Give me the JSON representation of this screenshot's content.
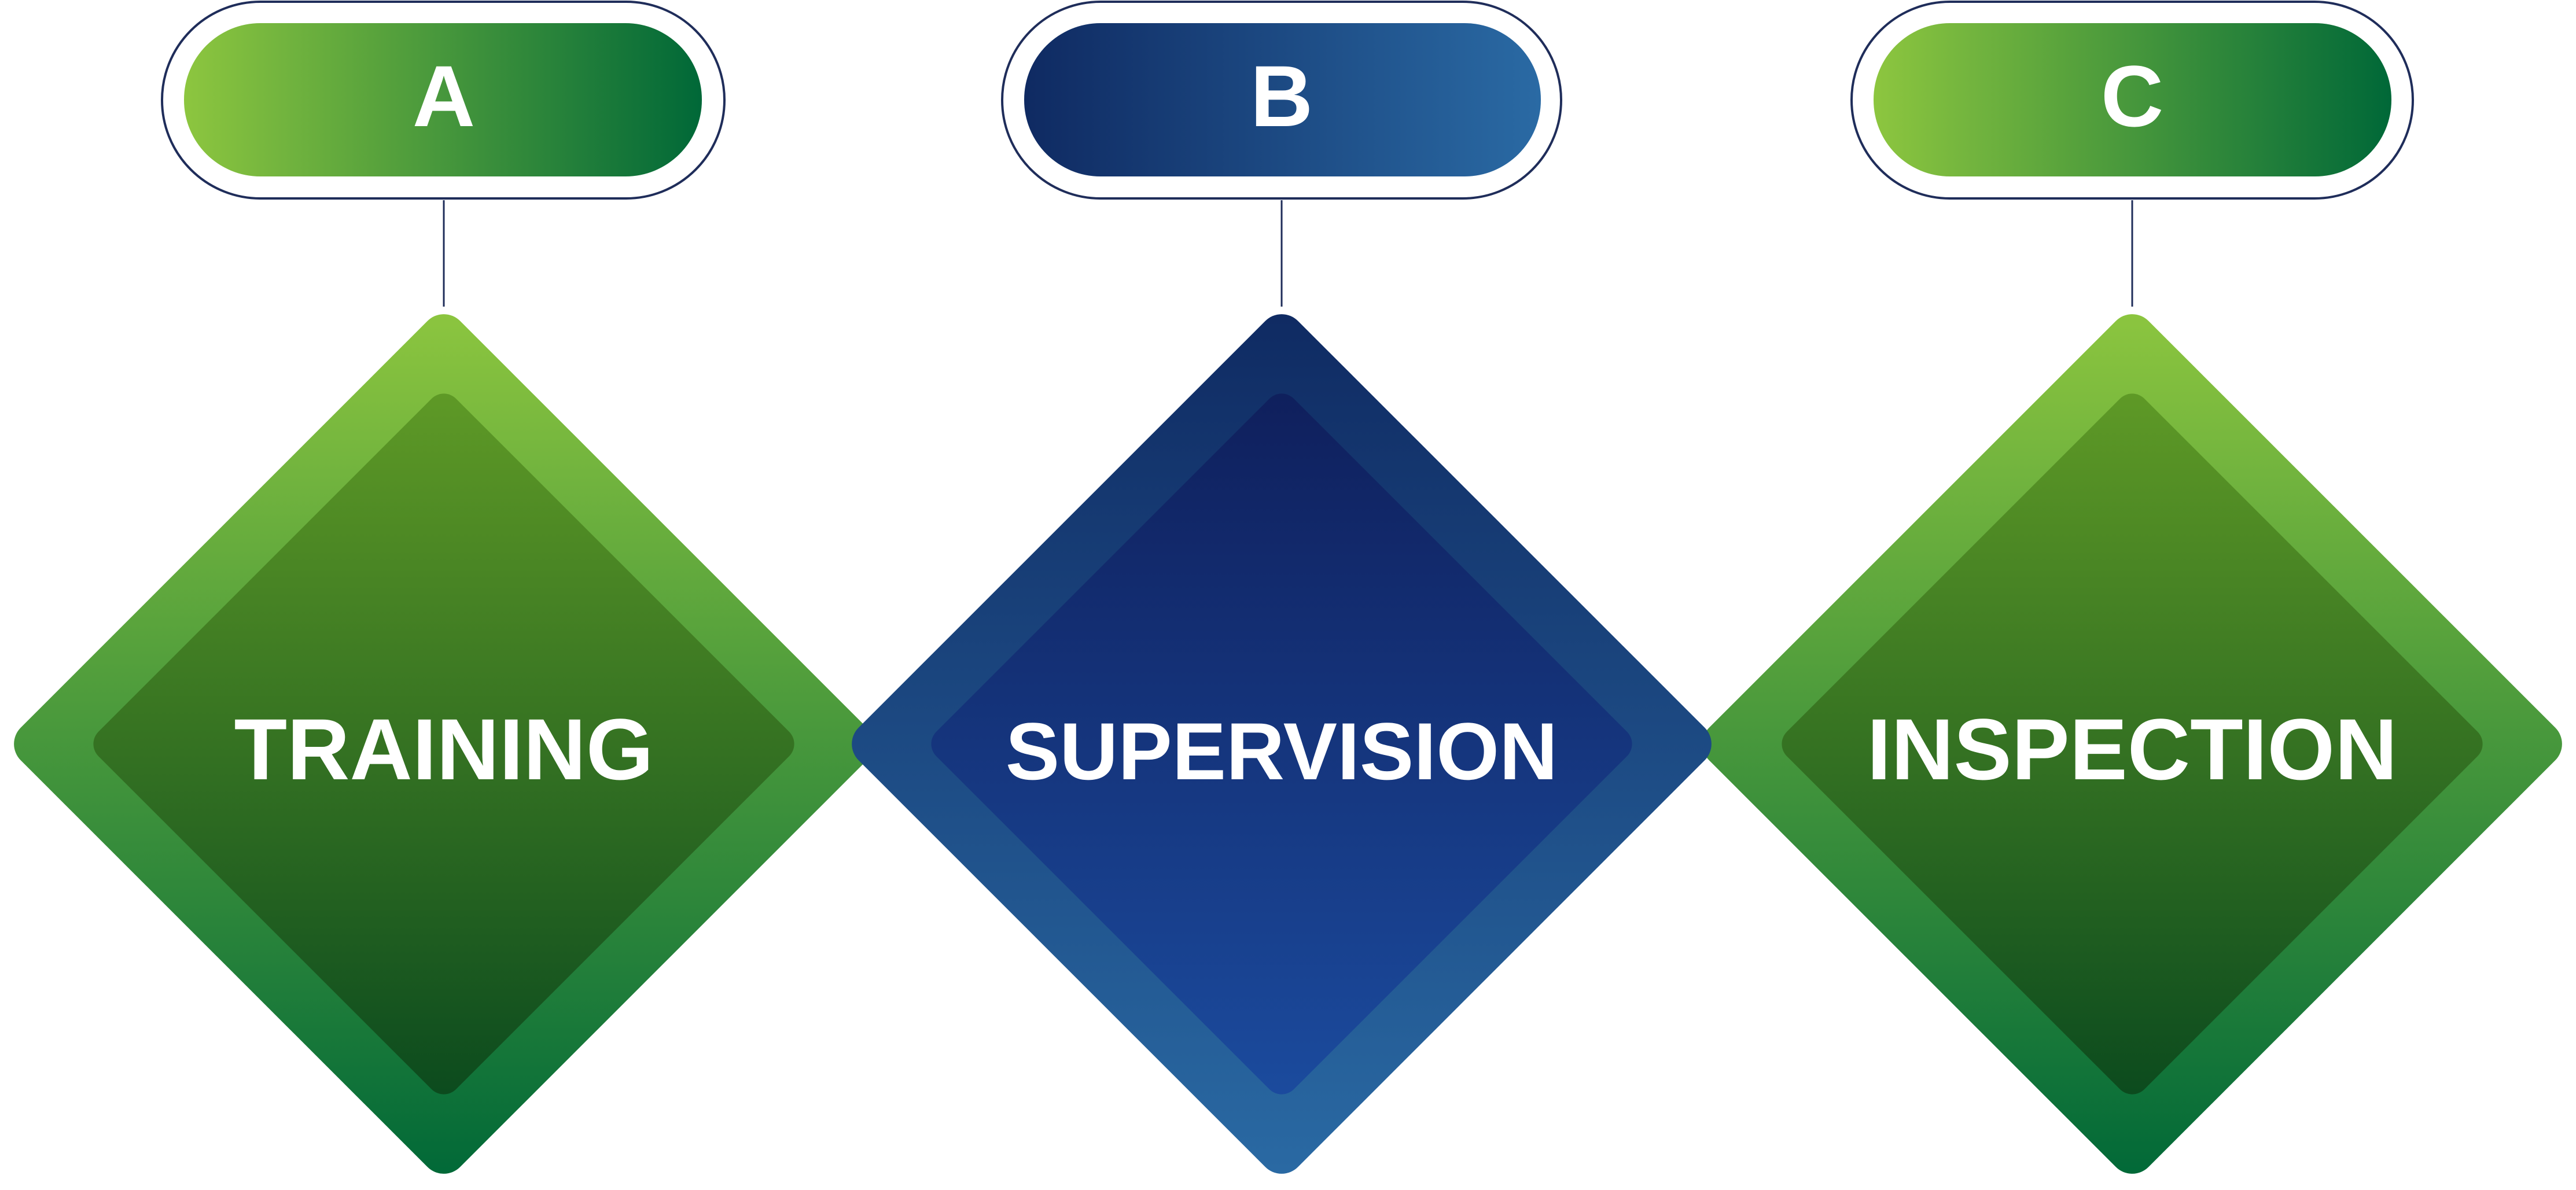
{
  "steps": [
    {
      "letter": "A",
      "label": "TRAINING"
    },
    {
      "letter": "B",
      "label": "SUPERVISION"
    },
    {
      "letter": "C",
      "label": "INSPECTION"
    }
  ],
  "colors": {
    "green_light": "#8dc63f",
    "green_dark": "#006838",
    "green_inner_light": "#5f9a26",
    "green_inner_dark": "#0b4a1e",
    "blue_dark": "#0f2a62",
    "blue_light": "#2a6aa4",
    "blue_inner_dark": "#0f1f5c",
    "blue_inner_light": "#1b4b9e",
    "outline": "#1f2d5a"
  }
}
